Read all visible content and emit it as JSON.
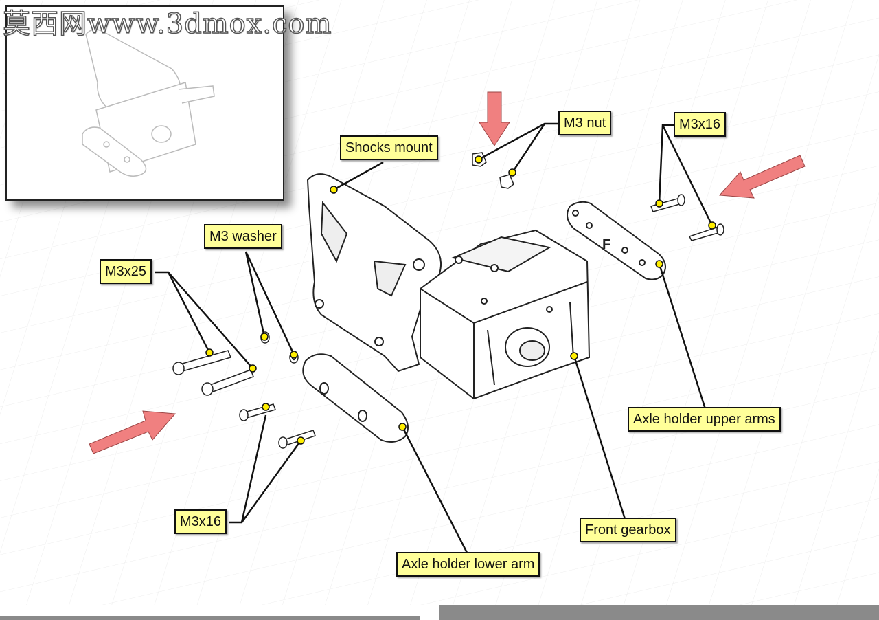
{
  "watermark": "莫西网www.3dmox.com",
  "labels": {
    "shocks_mount": "Shocks mount",
    "m3_nut": "M3 nut",
    "m3x16_top": "M3x16",
    "m3_washer": "M3 washer",
    "m3x25": "M3x25",
    "axle_holder_upper_arms": "Axle holder upper arms",
    "front_gearbox": "Front gearbox",
    "m3x16_bottom": "M3x16",
    "axle_holder_lower_arm": "Axle holder lower arm"
  },
  "part_marking": "F",
  "colors": {
    "label_fill": "#ffff99",
    "marker_dot": "#ffee00",
    "arrow_fill": "#f08080",
    "line": "#111111"
  }
}
